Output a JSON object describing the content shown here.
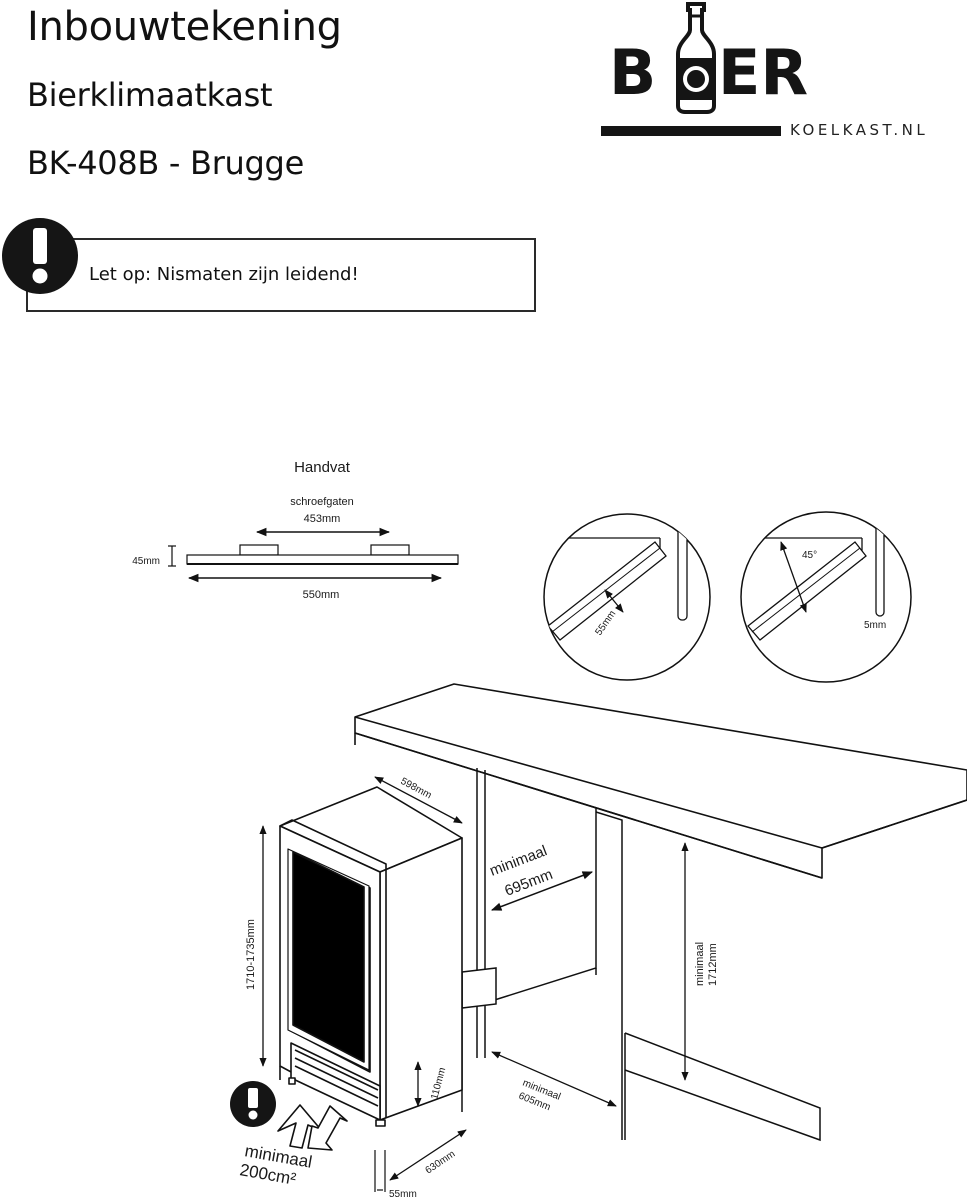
{
  "title": {
    "line1": "Inbouwtekening",
    "line2": "Bierklimaatkast",
    "line3": "BK-408B - Brugge"
  },
  "logo": {
    "word_left": "B",
    "word_right": "ER",
    "sub": "KOELKAST.NL"
  },
  "notice": {
    "text": "Let op: Nismaten zijn leidend!"
  },
  "handle": {
    "title": "Handvat",
    "holes_label": "schroefgaten",
    "holes_distance": "453mm",
    "height": "45mm",
    "length": "550mm"
  },
  "details": {
    "left_gap": "55mm",
    "angle": "45°",
    "right_gap": "5mm"
  },
  "cabinet": {
    "width": "598mm",
    "height": "1710-1735mm",
    "depth_min_line1": "minimaal",
    "depth_min_line2": "695mm",
    "niche_height_line1": "minimaal",
    "niche_height_line2": "1712mm",
    "plinth_height": "110mm",
    "plinth_depth_line1": "minimaal",
    "plinth_depth_line2": "605mm",
    "base_depth": "630mm",
    "base_offset": "55mm",
    "vent_line1": "minimaal",
    "vent_line2": "200cm²"
  }
}
